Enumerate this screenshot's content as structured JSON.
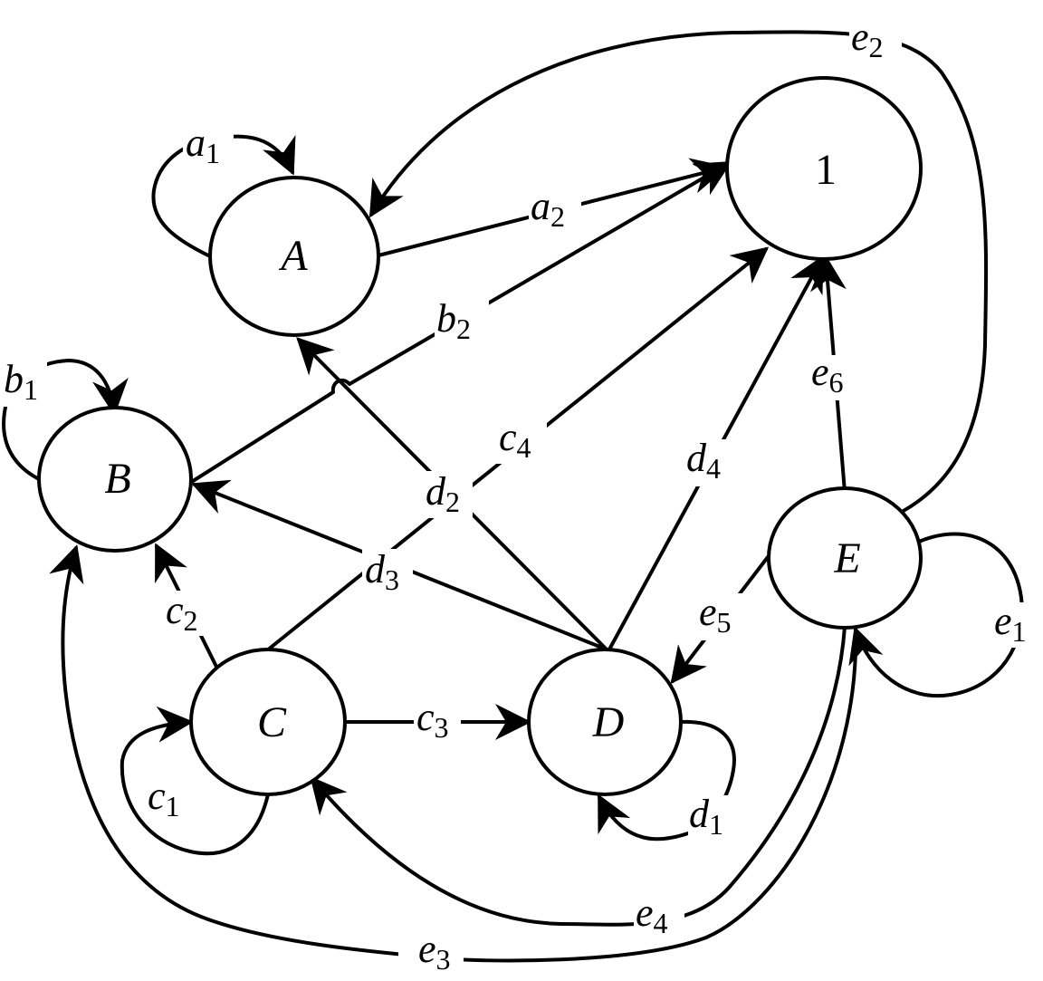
{
  "nodes": {
    "A": {
      "label": "A"
    },
    "B": {
      "label": "B"
    },
    "C": {
      "label": "C"
    },
    "D": {
      "label": "D"
    },
    "E": {
      "label": "E"
    },
    "one": {
      "label": "1"
    }
  },
  "edges": {
    "a1": {
      "letter": "a",
      "sub": "1"
    },
    "a2": {
      "letter": "a",
      "sub": "2"
    },
    "b1": {
      "letter": "b",
      "sub": "1"
    },
    "b2": {
      "letter": "b",
      "sub": "2"
    },
    "c1": {
      "letter": "c",
      "sub": "1"
    },
    "c2": {
      "letter": "c",
      "sub": "2"
    },
    "c3": {
      "letter": "c",
      "sub": "3"
    },
    "c4": {
      "letter": "c",
      "sub": "4"
    },
    "d1": {
      "letter": "d",
      "sub": "1"
    },
    "d2": {
      "letter": "d",
      "sub": "2"
    },
    "d3": {
      "letter": "d",
      "sub": "3"
    },
    "d4": {
      "letter": "d",
      "sub": "4"
    },
    "e1": {
      "letter": "e",
      "sub": "1"
    },
    "e2": {
      "letter": "e",
      "sub": "2"
    },
    "e3": {
      "letter": "e",
      "sub": "3"
    },
    "e4": {
      "letter": "e",
      "sub": "4"
    },
    "e5": {
      "letter": "e",
      "sub": "5"
    },
    "e6": {
      "letter": "e",
      "sub": "6"
    }
  }
}
